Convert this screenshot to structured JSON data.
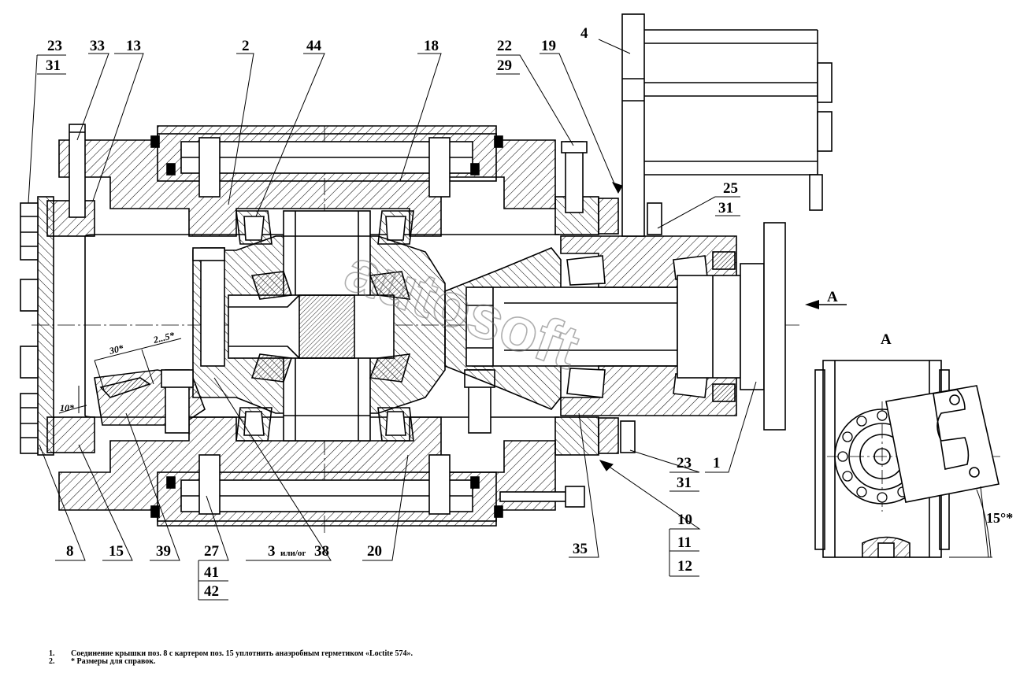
{
  "callouts": {
    "c23_top": "23",
    "c31_top": "31",
    "c33": "33",
    "c13": "13",
    "c2": "2",
    "c44": "44",
    "c18": "18",
    "c22": "22",
    "c29": "29",
    "c19": "19",
    "c4": "4",
    "c25": "25",
    "c31_right": "31",
    "c23_bottom": "23",
    "c31_bottom": "31",
    "c1": "1",
    "c10": "10",
    "c11": "11",
    "c12": "12",
    "c35": "35",
    "c8": "8",
    "c15": "15",
    "c39": "39",
    "c27": "27",
    "c41": "41",
    "c42": "42",
    "c3": "3",
    "c3_or": "или/or",
    "c38": "38",
    "c20": "20"
  },
  "dimensions": {
    "d30": "30*",
    "d25": "2...5*",
    "d10": "10*",
    "angle15": "15°*"
  },
  "view": {
    "arrow_label": "A",
    "view_title": "A"
  },
  "watermark": "autosoft",
  "notes": [
    {
      "num": "1.",
      "text": "Соединение крышки поз. 8 с картером поз. 15  уплотнить анаэробным герметиком «Loctite 574»."
    },
    {
      "num": "2.",
      "text": "* Размеры для справок."
    }
  ]
}
